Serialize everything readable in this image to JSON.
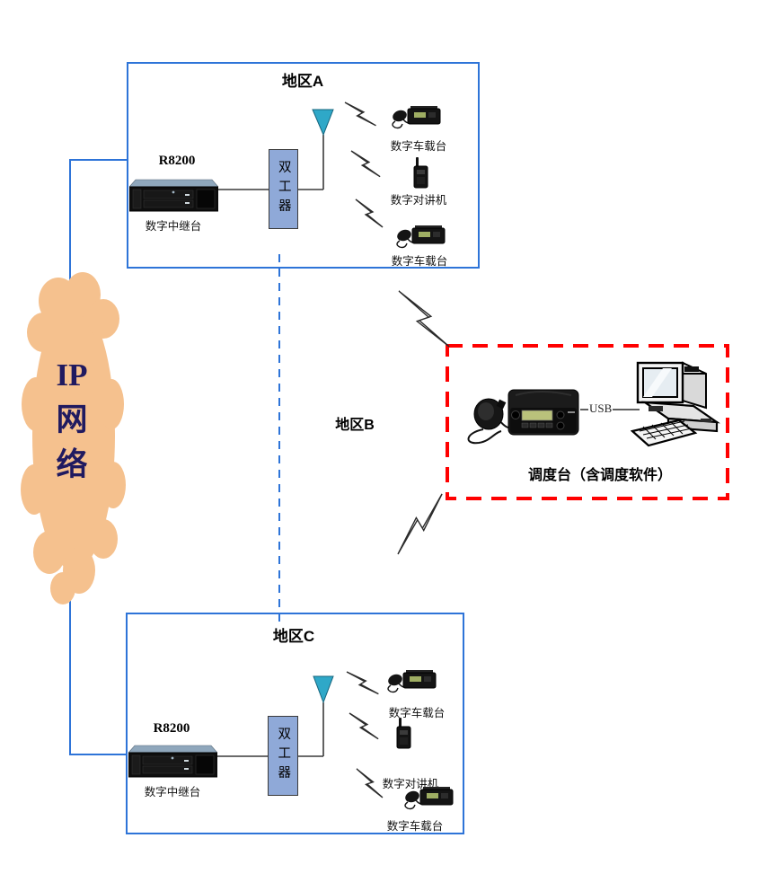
{
  "regions": {
    "a": {
      "title": "地区A",
      "repeater_model": "R8200",
      "repeater_name": "数字中继台",
      "duplexer": "双工器",
      "device_top": "数字车载台",
      "device_mid": "数字对讲机",
      "device_bottom": "数字车载台"
    },
    "b": {
      "title": "地区B"
    },
    "c": {
      "title": "地区C",
      "repeater_model": "R8200",
      "repeater_name": "数字中继台",
      "duplexer": "双工器",
      "device_top": "数字车载台",
      "device_mid": "数字对讲机",
      "device_bottom": "数字车载台"
    }
  },
  "cloud": {
    "line1": "IP",
    "line2": "网",
    "line3": "络"
  },
  "dispatch": {
    "usb": "USB",
    "label": "调度台（含调度软件）"
  },
  "colors": {
    "region_border": "#2E74D8",
    "cloud_fill": "#F5C18E",
    "cloud_text": "#201A60",
    "dispatch_border": "#FF0000",
    "duplexer_fill": "#8FA9D8",
    "antenna_fill": "#2FA8C8",
    "line_dark": "#3A3A3A"
  }
}
